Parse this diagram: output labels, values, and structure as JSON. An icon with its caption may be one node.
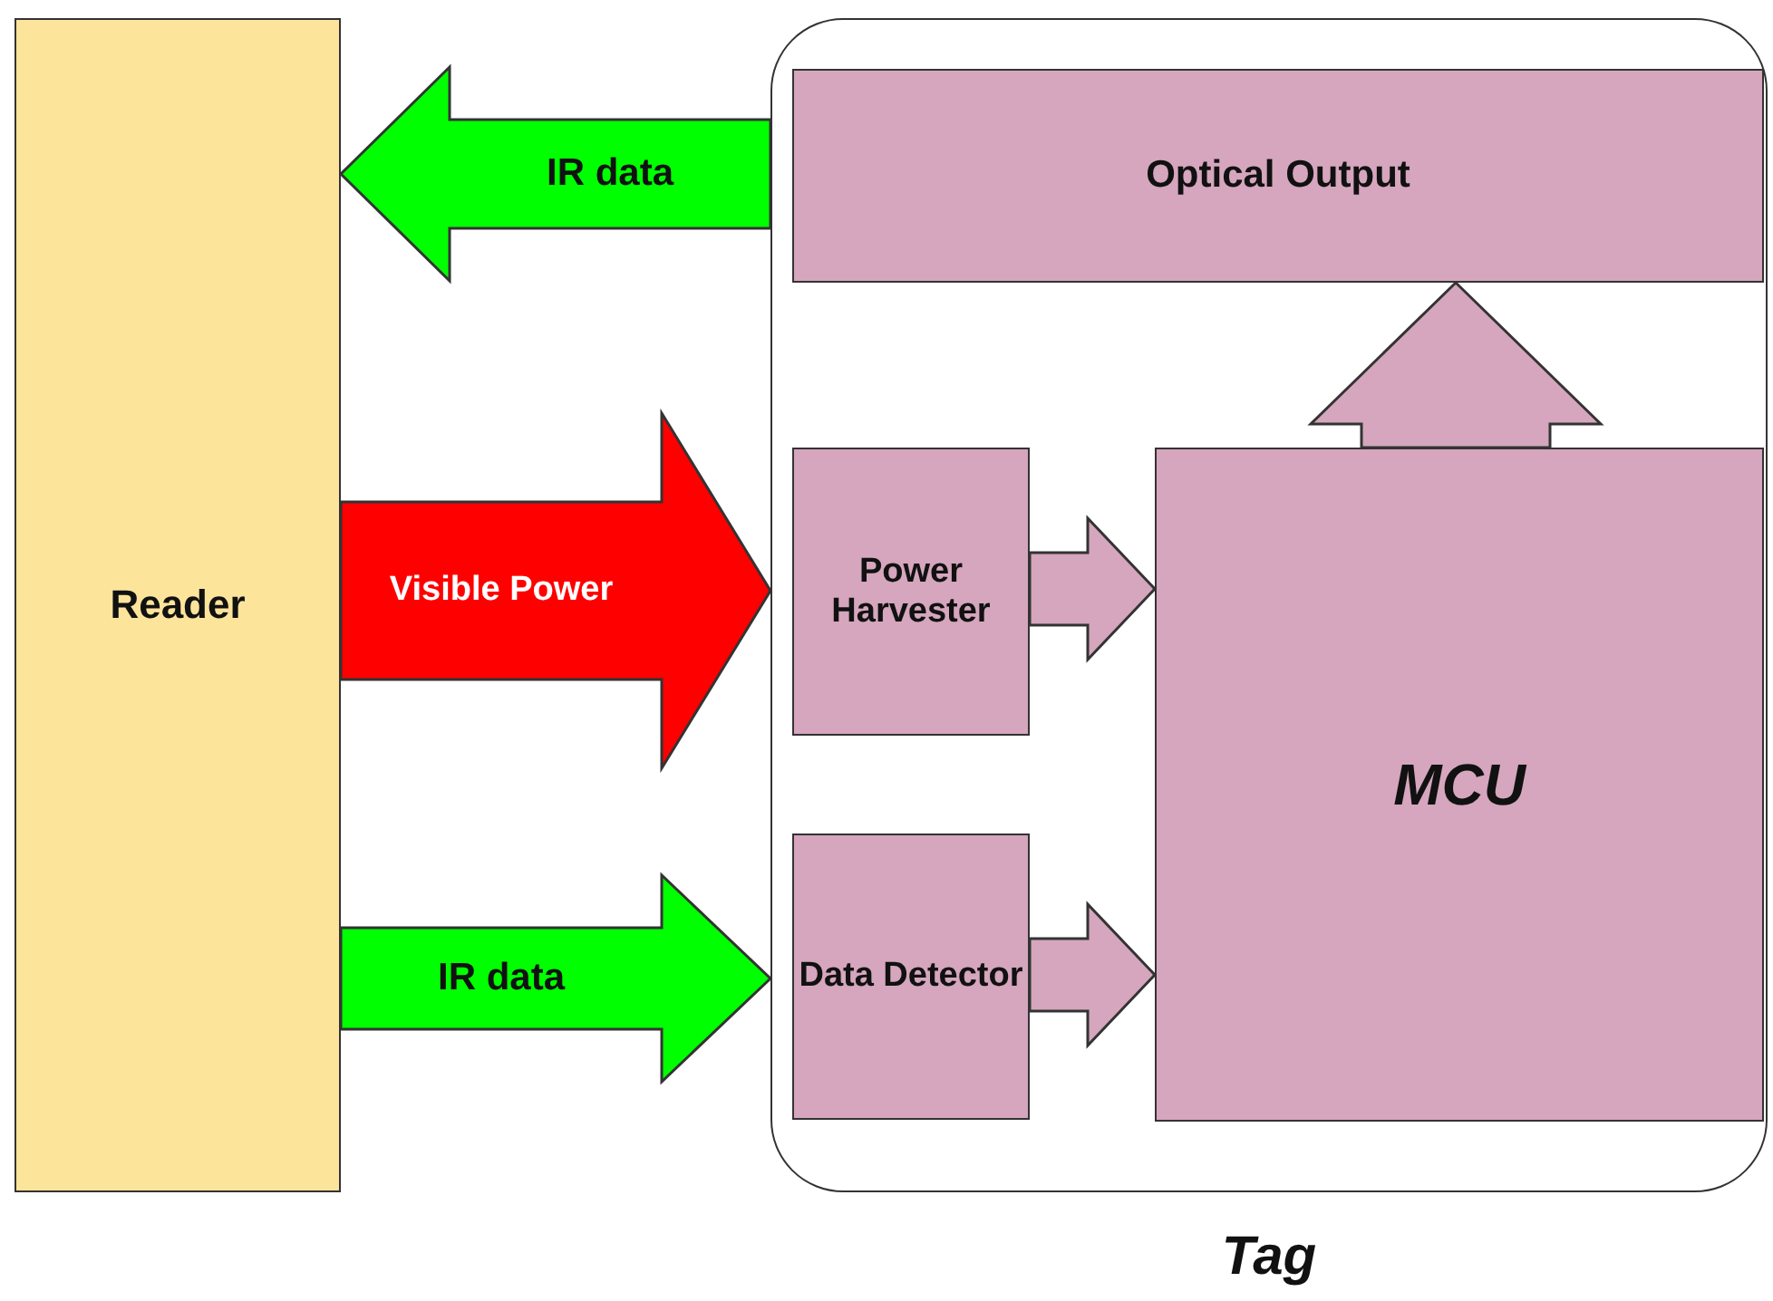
{
  "diagram": {
    "nodes": [
      {
        "text": [
          "Reader"
        ]
      },
      {
        "text": [
          "Tag"
        ]
      },
      {
        "text": [
          "Optical Output"
        ],
        "in": 1
      },
      {
        "text": [
          "Power Harvester"
        ],
        "in": 1
      },
      {
        "text": [
          "Data Detector"
        ],
        "in": 1
      },
      {
        "text": [
          "MCU"
        ],
        "in": 1
      }
    ],
    "edges": [
      {
        "from": 1,
        "to": 0,
        "arrow": "to",
        "label": "IR data",
        "color": "#00ff00"
      },
      {
        "from": 0,
        "to": 1,
        "arrow": "to",
        "label": "Visible Power",
        "color": "#ff0000"
      },
      {
        "from": 0,
        "to": 1,
        "arrow": "to",
        "label": "IR data",
        "color": "#00ff00"
      },
      {
        "from": 3,
        "to": 5,
        "arrow": "to"
      },
      {
        "from": 4,
        "to": 5,
        "arrow": "to"
      },
      {
        "from": 5,
        "to": 2,
        "arrow": "to"
      }
    ]
  }
}
